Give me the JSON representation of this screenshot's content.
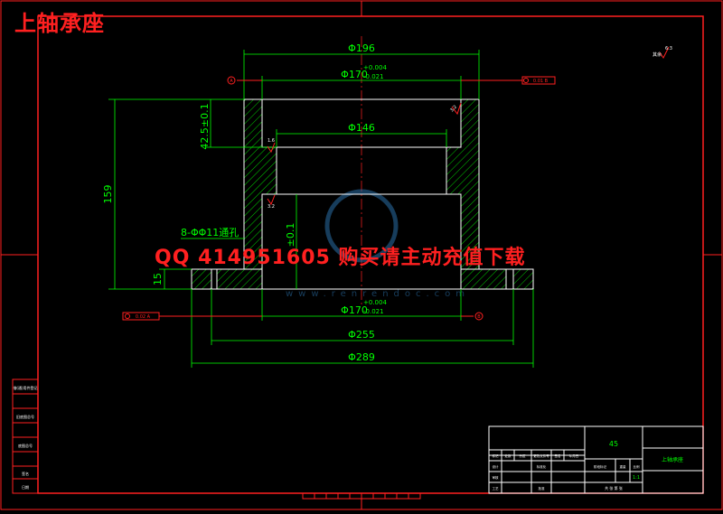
{
  "title": "上轴承座",
  "watermark_text": "QQ 414951605 购买请主动充值下载",
  "watermark_url": "www.renrendoc.com",
  "colors": {
    "background": "#000000",
    "frame": "#ff2020",
    "geometry": "#ffffff",
    "dimension": "#00ff00",
    "datum": "#ff2020",
    "hatch": "#00ff00",
    "watermark": "#2a6fa8"
  },
  "dimensions": {
    "d196": "Φ196",
    "d170_top": "Φ170",
    "tol_plus": "+0.004",
    "tol_minus": "-0.021",
    "d146": "Φ146",
    "h42": "42.5±0.1",
    "h159": "159",
    "holes": "8-ΦΦ11通孔",
    "h15": "15",
    "hcenter": "±0.1",
    "d170_bottom": "Φ170",
    "d255": "Φ255",
    "d289": "Φ289"
  },
  "datums": {
    "a": "A",
    "b": "B",
    "gtol_top": "0.01 B",
    "gtol_bottom": "0.02 A"
  },
  "roughness": {
    "r1": "1.6",
    "r2": "3.2",
    "r3": "3.2",
    "r_corner": "6.3",
    "r_corner_label": "其余"
  },
  "title_block": {
    "material": "45",
    "part_name": "上轴承座",
    "scale": "1:1",
    "sheet_info": "共 张 第 张",
    "cells": [
      "标记",
      "处数",
      "分区",
      "更改文件号",
      "签名",
      "年月日",
      "设计",
      "标准化",
      "阶段标记",
      "重量",
      "比例",
      "审核",
      "工艺",
      "批准"
    ]
  },
  "left_table": {
    "rows": [
      "借(通)用件登记",
      "",
      "旧底图总号",
      "",
      "底图总号",
      "",
      "签名",
      "日期"
    ]
  }
}
